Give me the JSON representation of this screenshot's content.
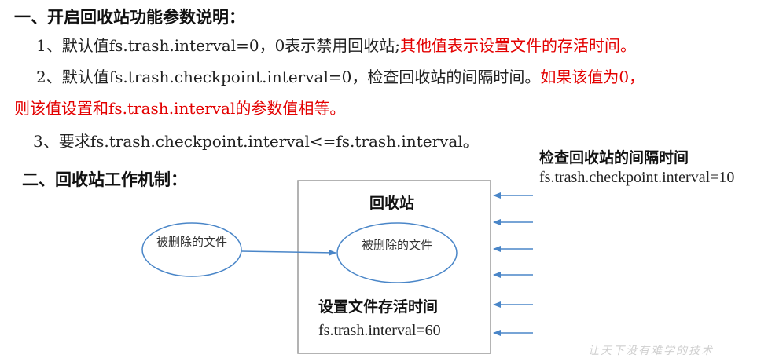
{
  "section1": {
    "title": "一、开启回收站功能参数说明：",
    "item1": {
      "text": "1、默认值fs.trash.interval=0，0表示禁用回收站;",
      "red": "其他值表示设置文件的存活时间。"
    },
    "item2": {
      "text": "2、默认值fs.trash.checkpoint.interval=0，检查回收站的间隔时间。",
      "red": "如果该值为0，",
      "red_line2": "则该值设置和fs.trash.interval的参数值相等。"
    },
    "item3": {
      "text": "3、要求fs.trash.checkpoint.interval<=fs.trash.interval。"
    }
  },
  "section2": {
    "title": "二、回收站工作机制："
  },
  "diagram": {
    "checkpoint_label": "检查回收站的间隔时间",
    "checkpoint_value": "fs.trash.checkpoint.interval=10",
    "trash_title": "回收站",
    "deleted_file_outer": "被删除的文件",
    "deleted_file_inner": "被删除的文件",
    "lifetime_label": "设置文件存活时间",
    "lifetime_value": "fs.trash.interval=60",
    "watermark": "让天下没有难学的技术",
    "colors": {
      "arrow": "#4a86c8",
      "box_border": "#9a9a9a",
      "red": "#e30000"
    }
  }
}
